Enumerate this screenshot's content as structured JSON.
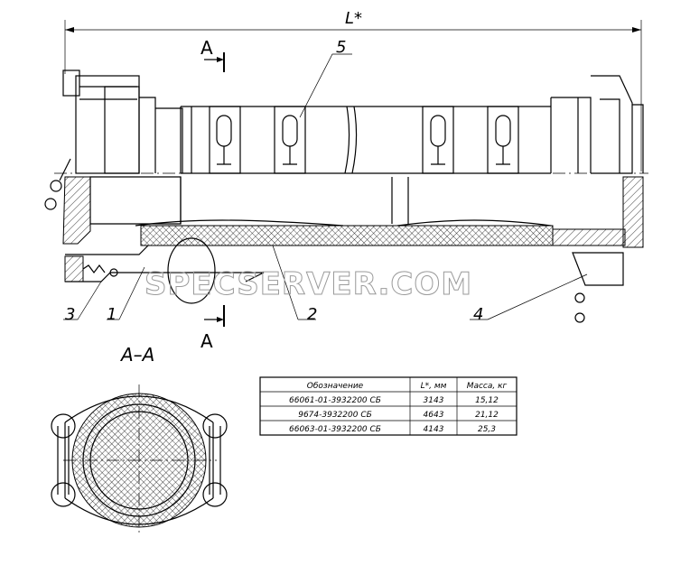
{
  "dimension_label": "L*",
  "section_marks": {
    "top": "А",
    "bottom": "А"
  },
  "section_title": "А–А",
  "callouts": [
    "5",
    "3",
    "1",
    "2",
    "4"
  ],
  "watermark": "SPECSERVER.COM",
  "table": {
    "headers": [
      "Обозначение",
      "L*, мм",
      "Масса, кг"
    ],
    "rows": [
      [
        "66061-01-3932200 СБ",
        "3143",
        "15,12"
      ],
      [
        "9674-3932200 СБ",
        "4643",
        "21,12"
      ],
      [
        "66063-01-3932200 СБ",
        "4143",
        "25,3"
      ]
    ]
  }
}
